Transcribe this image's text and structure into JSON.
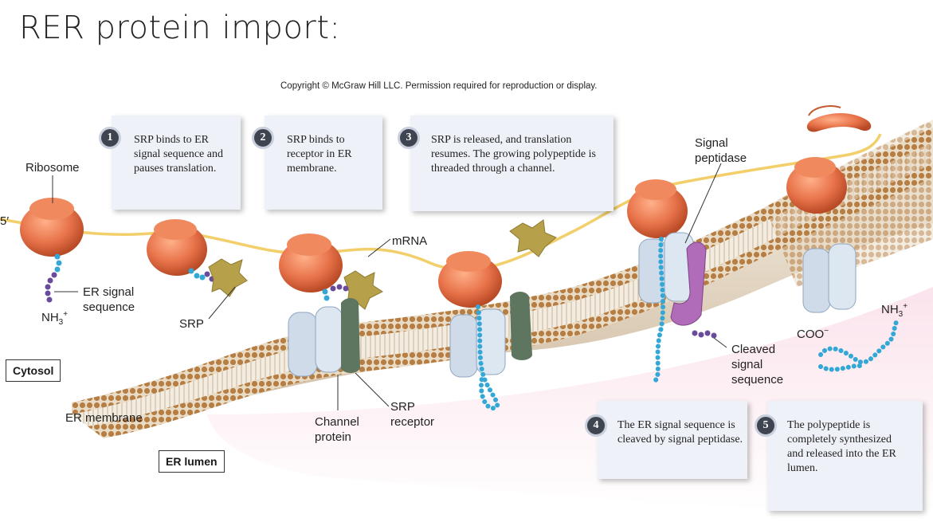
{
  "title": "RER protein import:",
  "copyright": "Copyright © McGraw Hill LLC. Permission required for reproduction or display.",
  "steps": [
    {
      "num": "1",
      "text": "SRP binds to ER signal sequence and pauses translation."
    },
    {
      "num": "2",
      "text": "SRP binds to receptor in ER membrane."
    },
    {
      "num": "3",
      "text": "SRP is released, and translation resumes. The growing polypeptide is threaded through a channel."
    },
    {
      "num": "4",
      "text": "The ER signal sequence is cleaved by signal peptidase."
    },
    {
      "num": "5",
      "text": "The polypeptide is completely synthesized and released into the ER lumen."
    }
  ],
  "labels": {
    "ribosome": "Ribosome",
    "five_prime": "5′",
    "er_signal": "ER signal",
    "sequence": "sequence",
    "nh3": "NH",
    "srp": "SRP",
    "mrna": "mRNA",
    "signal": "Signal",
    "peptidase": "peptidase",
    "cytosol": "Cytosol",
    "er_membrane": "ER membrane",
    "er_lumen": "ER lumen",
    "channel": "Channel",
    "protein": "protein",
    "srp2": "SRP",
    "receptor": "receptor",
    "cleaved": "Cleaved",
    "signal2": "signal",
    "sequence2": "sequence",
    "coo": "COO",
    "nh3_right": "NH"
  },
  "colors": {
    "ribosome": "#e8734a",
    "srp": "#b7a04a",
    "channel": "#cfdbe8",
    "receptor": "#5e7560",
    "peptidase": "#b06cb8",
    "polypeptide": "#33a7d6",
    "signal_seq": "#6a4a9a",
    "mrna": "#f2cf6a",
    "membrane": "#b98247",
    "lumen": "#f6dde8"
  }
}
